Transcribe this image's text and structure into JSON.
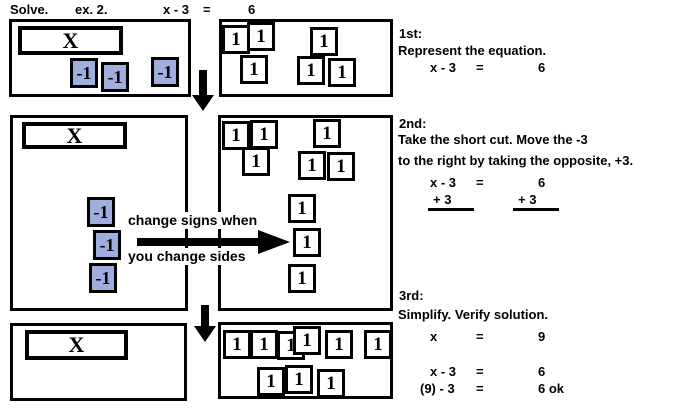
{
  "labels": {
    "x_tile": "X",
    "one_tile": "1",
    "neg_one_tile": "-1"
  },
  "colors": {
    "neg_tile_fill": "#9FAEDC",
    "ink": "#000000",
    "background": "#FFFFFF"
  },
  "title": {
    "solve": "Solve.",
    "example": "ex. 2.",
    "lhs": "x - 3",
    "eq": "=",
    "rhs": "6"
  },
  "annotation": {
    "line1": "change signs when",
    "line2": "you change sides"
  },
  "steps": {
    "step1": {
      "heading": "1st:",
      "instruction": "Represent the equation.",
      "eq1": {
        "lhs": "x - 3",
        "eq": "=",
        "rhs": "6"
      }
    },
    "step2": {
      "heading": "2nd:",
      "instruction1": "Take the short cut. Move the -3",
      "instruction2": "to the right by taking the opposite, +3.",
      "eq1": {
        "lhs": "x - 3",
        "eq": "=",
        "rhs": "6"
      },
      "add_lhs": "+ 3",
      "add_rhs": "+ 3"
    },
    "step3": {
      "heading": "3rd:",
      "instruction": "Simplify. Verify solution.",
      "eq1": {
        "lhs": "x",
        "eq": "=",
        "rhs": "9"
      },
      "eq2": {
        "lhs": "x - 3",
        "eq": "=",
        "rhs": "6"
      },
      "eq3": {
        "lhs": "(9) - 3",
        "eq": "=",
        "rhs": "6 ok"
      }
    }
  },
  "tile_counts": {
    "step1": {
      "left_x_bars": 1,
      "left_neg_one_tiles": 3,
      "right_one_tiles": 6
    },
    "step2": {
      "left_x_bars": 1,
      "left_neg_one_tiles": 3,
      "right_one_tiles": 9
    },
    "step3": {
      "left_x_bars": 1,
      "right_one_tiles": 9
    }
  }
}
